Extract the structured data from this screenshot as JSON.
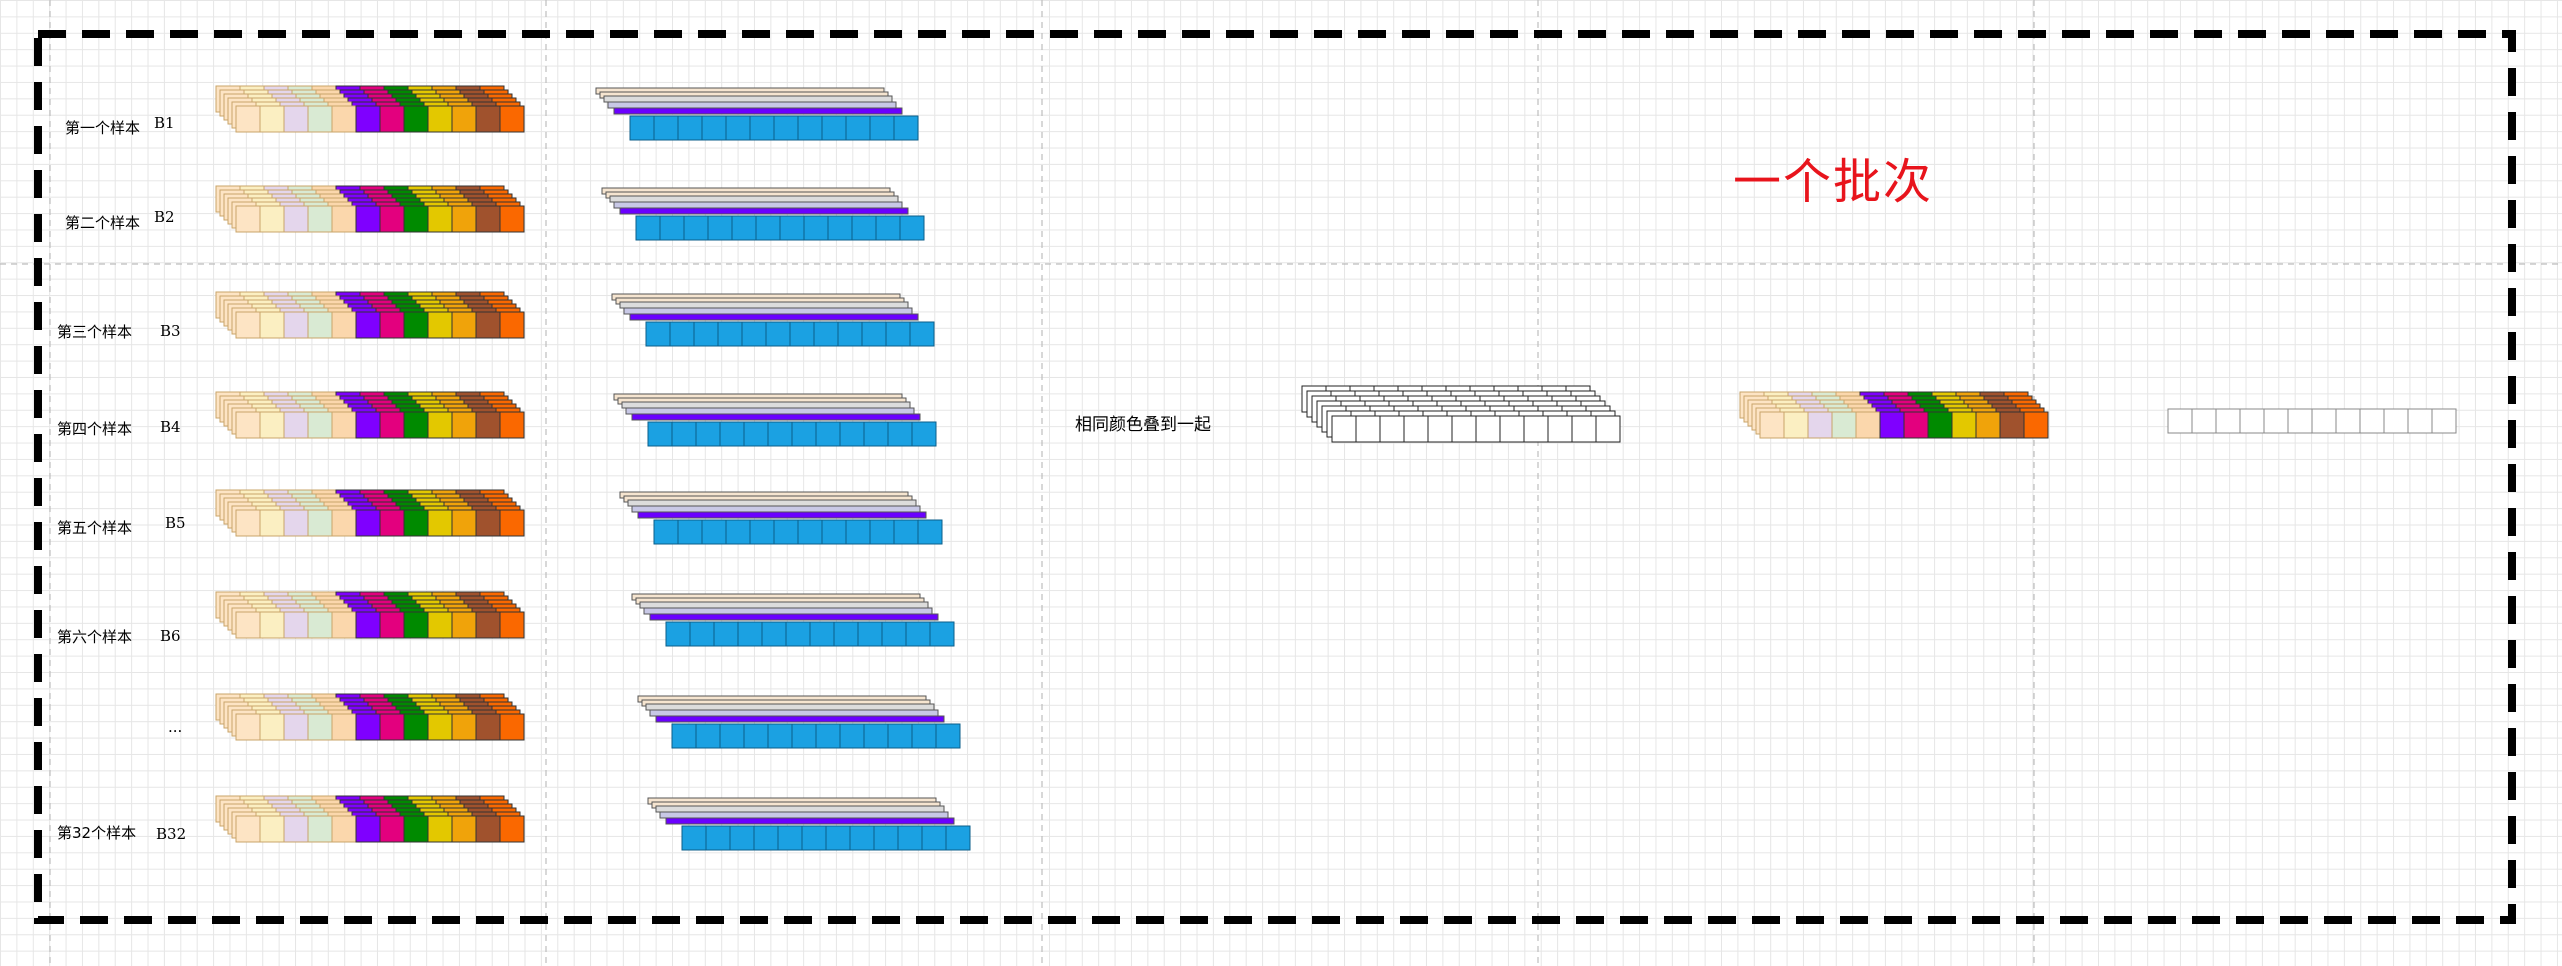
{
  "batch_title": "一个批次",
  "stack_note": "相同颜色叠到一起",
  "rows": [
    {
      "label": "第一个样本",
      "code": "B1"
    },
    {
      "label": "第二个样本",
      "code": "B2"
    },
    {
      "label": "第三个样本",
      "code": "B3"
    },
    {
      "label": "第四个样本",
      "code": "B4"
    },
    {
      "label": "第五个样本",
      "code": "B5"
    },
    {
      "label": "第六个样本",
      "code": "B6"
    },
    {
      "label": "",
      "code": "..."
    },
    {
      "label": "第32个样本",
      "code": "B32"
    }
  ],
  "colors": {
    "batch_border": "#000000",
    "batch_title": "#e8141c",
    "grid": "#e6e6e6",
    "token_palette": [
      "#fde4c4",
      "#fbefc2",
      "#e4d6ec",
      "#d9ead3",
      "#fbd7ac",
      "#7f00ff",
      "#e3007e",
      "#008a00",
      "#e3c800",
      "#f0a30a",
      "#a0522d",
      "#fa6800"
    ],
    "blue_layers": [
      "#f6e5d0",
      "#dcdcdc",
      "#c8c8e6",
      "#6a00ff",
      "#1ba1e2"
    ]
  }
}
